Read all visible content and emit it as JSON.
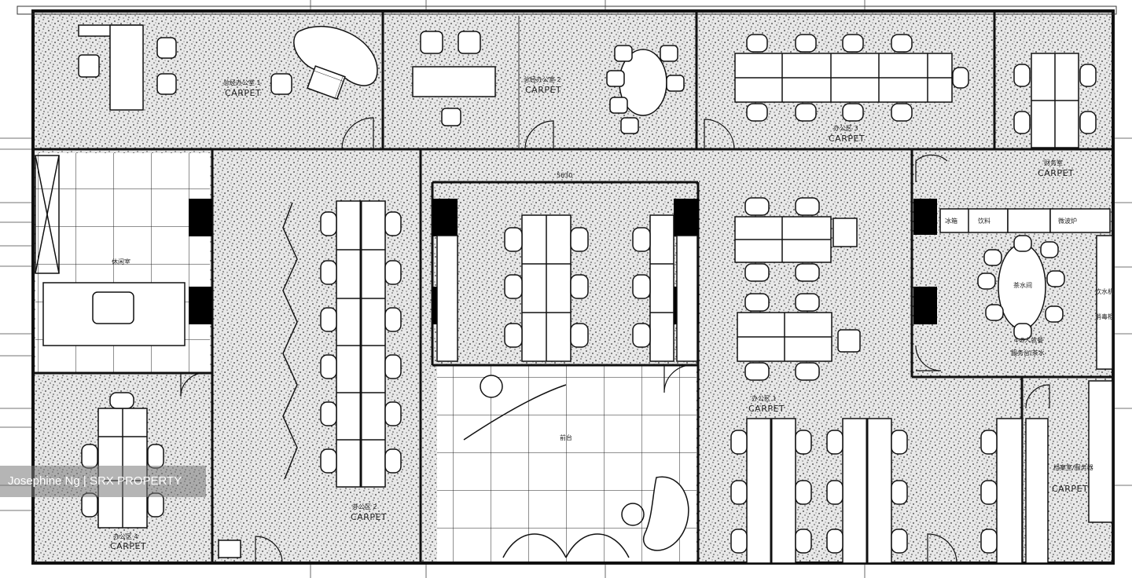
{
  "rooms": [
    {
      "id": "office-1",
      "label_zh": "总经办公室 1",
      "carpet": "CARPET"
    },
    {
      "id": "office-2",
      "label_zh": "总经办公室 2",
      "carpet": "CARPET"
    },
    {
      "id": "work-3",
      "label_zh": "办公区 3",
      "carpet": "CARPET"
    },
    {
      "id": "finance",
      "label_zh": "财务室",
      "carpet": "CARPET"
    },
    {
      "id": "rest",
      "label_zh": "休闲室"
    },
    {
      "id": "work-2",
      "label_zh": "办公区 2",
      "carpet": "CARPET"
    },
    {
      "id": "work-1",
      "label_zh": "办公区 1",
      "carpet": "CARPET"
    },
    {
      "id": "work-4",
      "label_zh": "办公区 4",
      "carpet": "CARPET"
    },
    {
      "id": "reception",
      "label_zh": "前台"
    },
    {
      "id": "tea",
      "label_zh": "茶水间"
    },
    {
      "id": "service",
      "label_zh": "档案室/服务器",
      "carpet": "CARPET"
    }
  ],
  "labels": {
    "dim_top": "5630",
    "pantry_a": "冰箱",
    "pantry_b": "饮料",
    "pantry_c": "微波炉",
    "tea_note_1": "4-8人就餐",
    "tea_note_2": "服务台/茶水",
    "side_a": "饮水机",
    "side_b": "消毒柜"
  },
  "watermark": "Josephine Ng | SRX PROPERTY",
  "colors": {
    "line": "#1a1a1a",
    "carpet_dot": "#333333",
    "watermark_bg": "#7a7a7a"
  }
}
